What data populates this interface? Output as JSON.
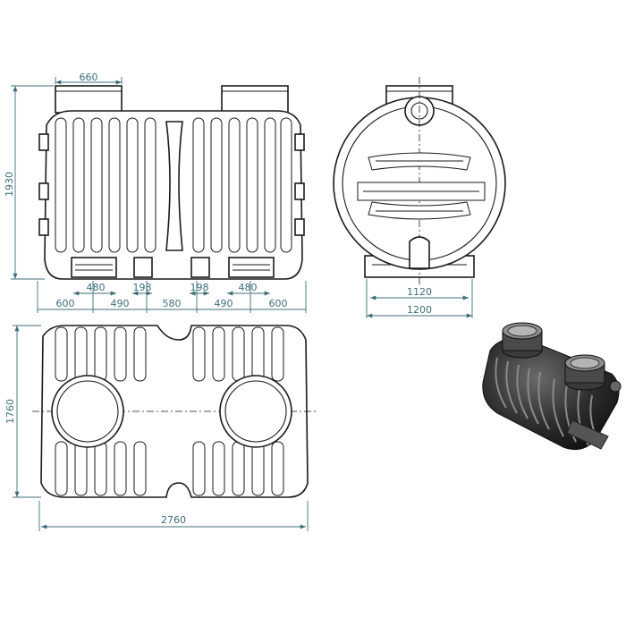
{
  "side_view": {
    "dims": {
      "top_width": "660",
      "height": "1930",
      "inner_a": "480",
      "inner_b": "198",
      "inner_c": "198",
      "inner_d": "480",
      "seg_1": "600",
      "seg_2": "490",
      "seg_3": "580",
      "seg_4": "490",
      "seg_5": "600"
    }
  },
  "end_view": {
    "dims": {
      "inner_width": "1120",
      "outer_width": "1200"
    }
  },
  "top_view": {
    "dims": {
      "width": "1760",
      "length": "2760"
    }
  },
  "colors": {
    "dimension": "#3c6e78",
    "outline": "#1a1a1a"
  }
}
